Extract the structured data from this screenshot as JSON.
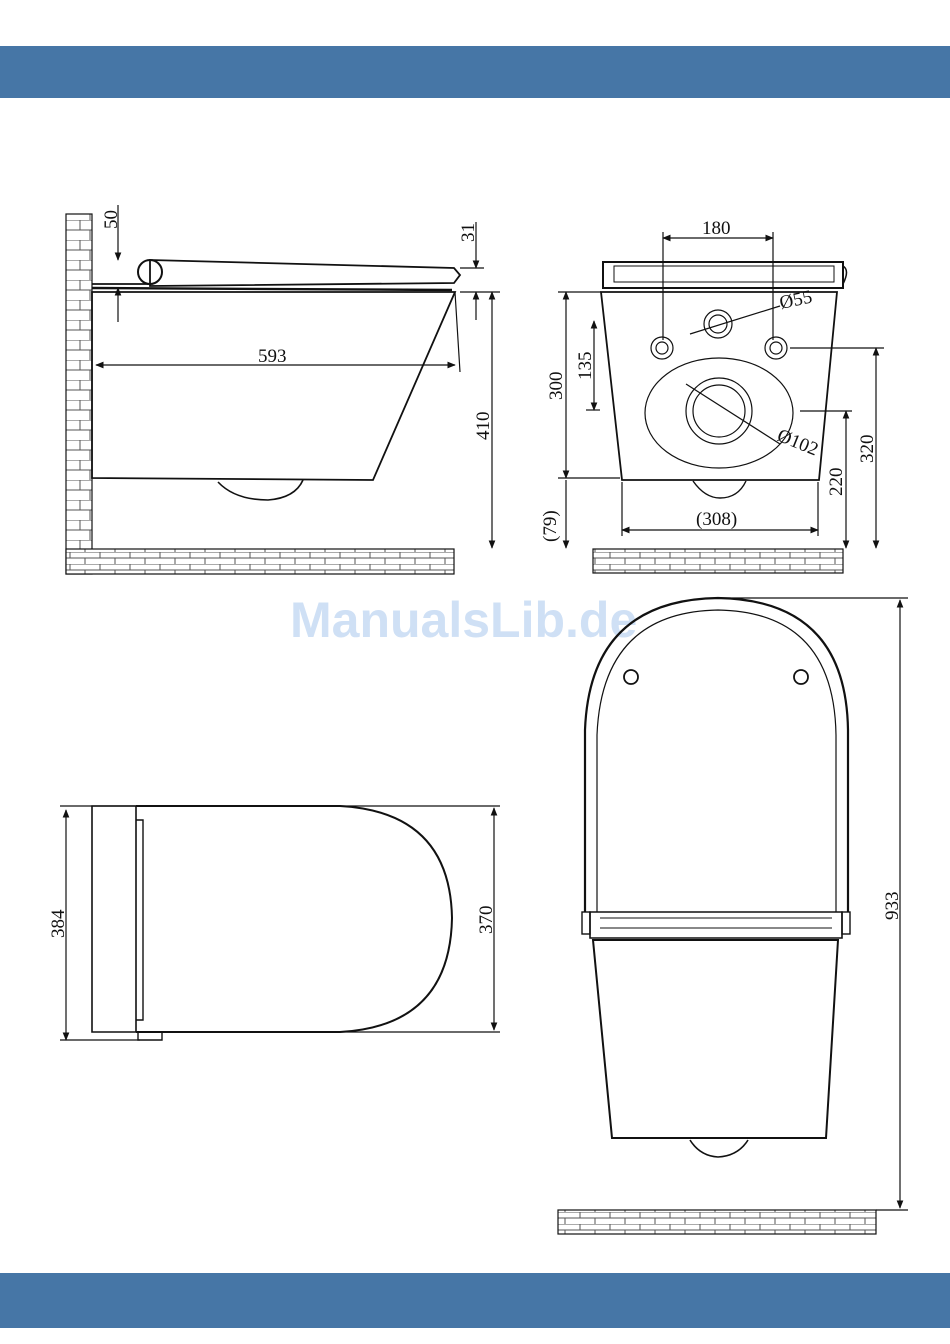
{
  "watermark": "ManualsLib.de",
  "colors": {
    "band": "#4676a6",
    "line": "#111111",
    "watermark": "#cfe0f5"
  },
  "side_view": {
    "dim_50": "50",
    "dim_31": "31",
    "dim_593": "593",
    "dim_410": "410"
  },
  "front_view": {
    "dim_180": "180",
    "dim_d55": "Ø55",
    "dim_135": "135",
    "dim_300": "300",
    "dim_d102": "Ø102",
    "dim_320": "320",
    "dim_220": "220",
    "dim_79": "(79)",
    "dim_308": "(308)"
  },
  "top_view": {
    "dim_384": "384",
    "dim_370": "370"
  },
  "open_view": {
    "dim_933": "933"
  }
}
